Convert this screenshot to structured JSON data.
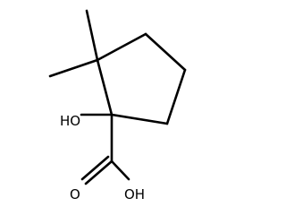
{
  "molecule": {
    "atom_labels": {
      "ring_hydroxyl": "HO",
      "carbonyl_oxygen": "O",
      "acid_hydroxyl": "OH"
    }
  }
}
